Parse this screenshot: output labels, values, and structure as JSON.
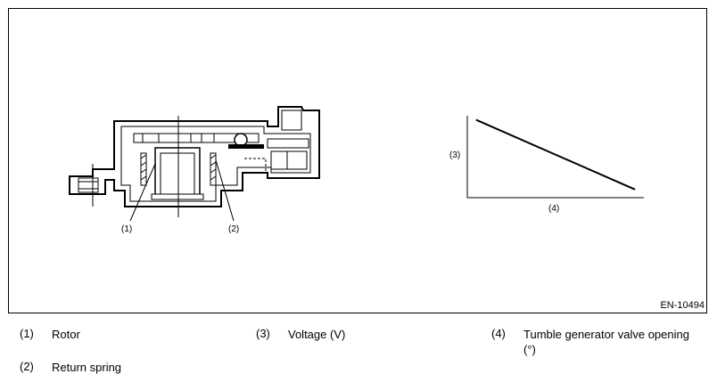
{
  "figure": {
    "code": "EN-10494",
    "callouts": {
      "rotor": "(1)",
      "return_spring": "(2)",
      "voltage_axis": "(3)",
      "opening_axis": "(4)"
    }
  },
  "legend": [
    {
      "num": "(1)",
      "text": "Rotor"
    },
    {
      "num": "(2)",
      "text": "Return spring"
    },
    {
      "num": "(3)",
      "text": "Voltage (V)"
    },
    {
      "num": "(4)",
      "text": "Tumble generator valve opening (°)"
    }
  ],
  "chart_data": {
    "type": "line",
    "title": "",
    "xlabel": "(4)",
    "ylabel": "(3)",
    "trend": "linear decreasing",
    "series": [
      {
        "x": [
          0.05,
          0.95
        ],
        "values": [
          0.95,
          0.1
        ]
      }
    ]
  }
}
